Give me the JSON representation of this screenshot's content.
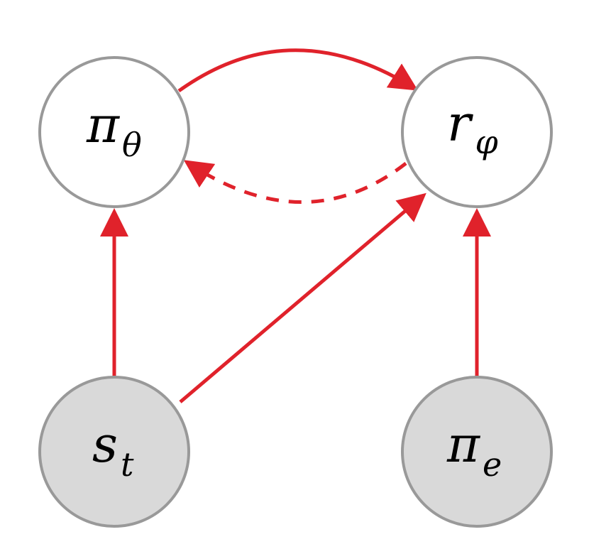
{
  "colors": {
    "edge": "#e0222b",
    "node_stroke": "#999999",
    "latent_fill": "#ffffff",
    "observed_fill": "#d9d9d9"
  },
  "nodes": {
    "policy": {
      "symbol": "π",
      "subscript": "θ",
      "kind": "latent"
    },
    "reward": {
      "symbol": "r",
      "subscript": "φ",
      "kind": "latent"
    },
    "state": {
      "symbol": "s",
      "subscript": "t",
      "kind": "observed"
    },
    "expert": {
      "symbol": "π",
      "subscript": "e",
      "kind": "observed"
    }
  },
  "edges": [
    {
      "from": "policy",
      "to": "reward",
      "style": "solid"
    },
    {
      "from": "reward",
      "to": "policy",
      "style": "dashed"
    },
    {
      "from": "state",
      "to": "policy",
      "style": "solid"
    },
    {
      "from": "state",
      "to": "reward",
      "style": "solid"
    },
    {
      "from": "expert",
      "to": "reward",
      "style": "solid"
    }
  ]
}
